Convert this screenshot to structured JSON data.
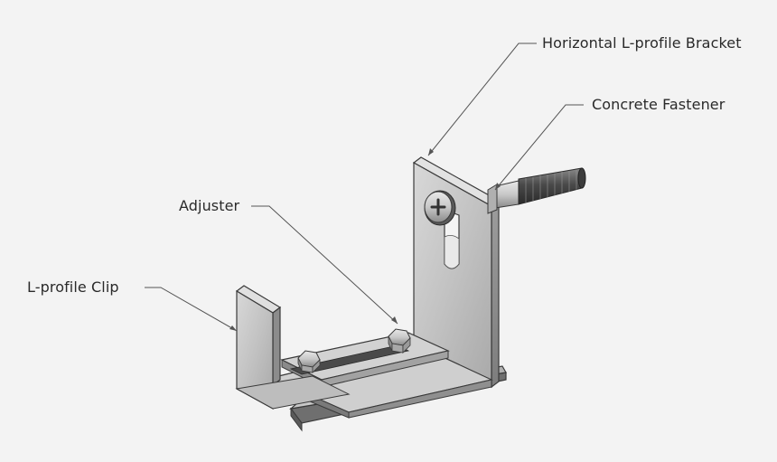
{
  "labels": {
    "bracket": "Horizontal L-profile Bracket",
    "fastener": "Concrete Fastener",
    "adjuster": "Adjuster",
    "clip": "L-profile Clip"
  },
  "colors": {
    "background": "#f3f3f3",
    "metal_light": "#d9d9d9",
    "metal_mid": "#b8b8b8",
    "metal_dark": "#8e8e8e",
    "outline": "#3a3a3a",
    "leader": "#555555"
  }
}
